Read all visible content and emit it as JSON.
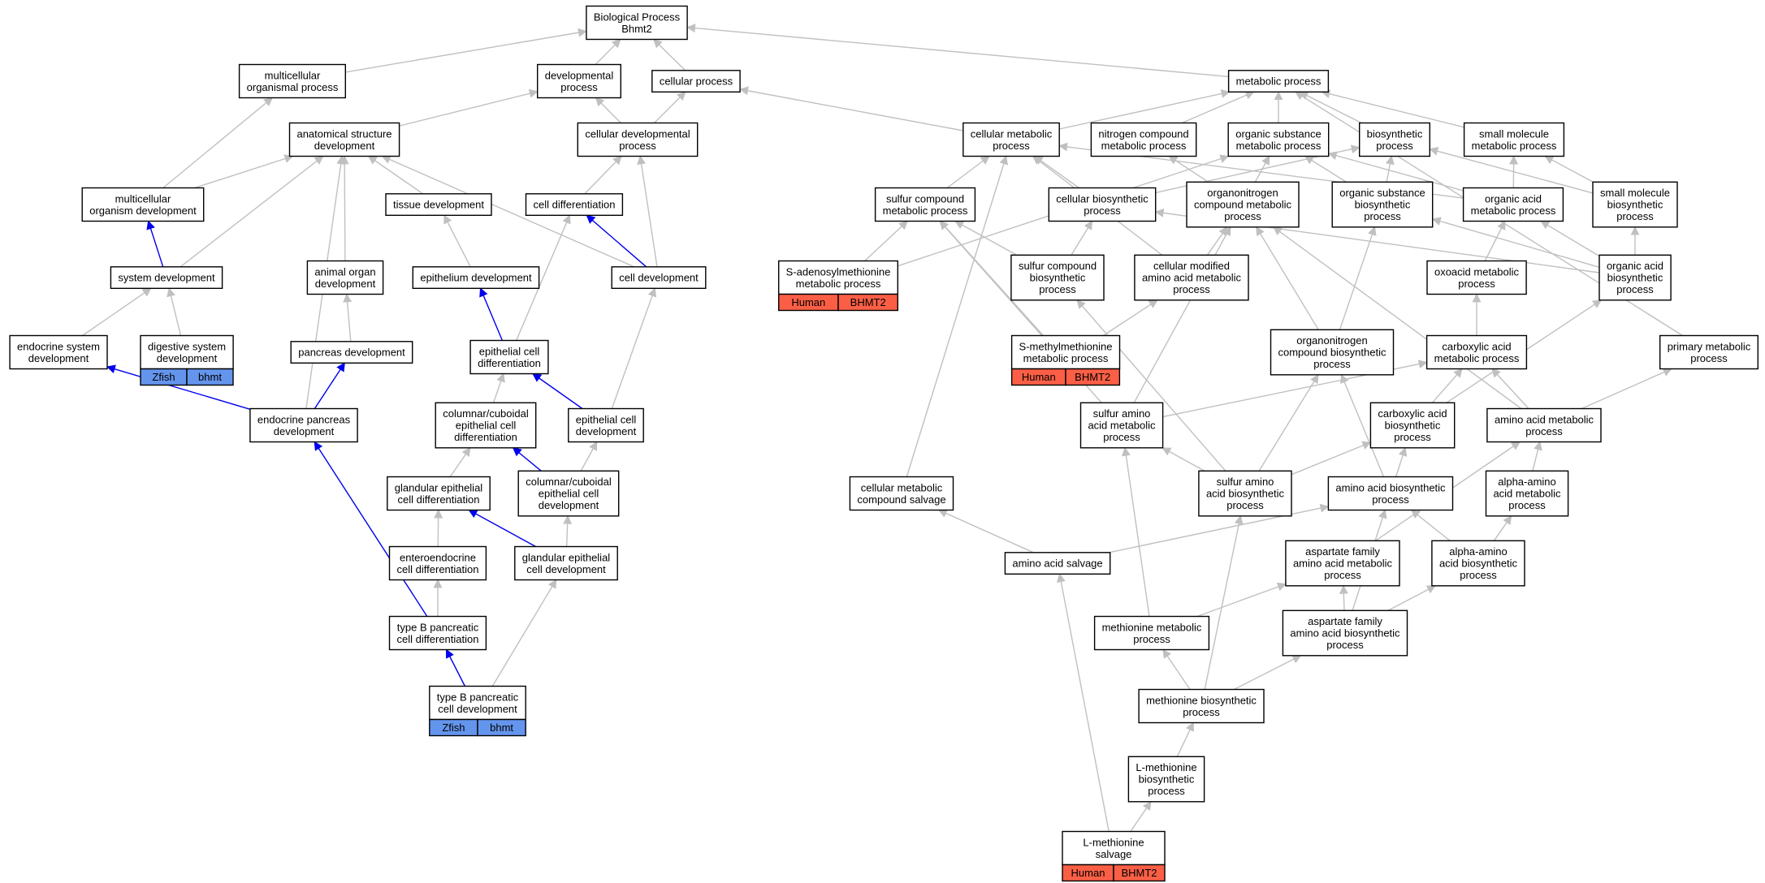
{
  "colors": {
    "edge_gray": "#c0c0c0",
    "edge_blue": "#0000ee",
    "zfish": "#6495ed",
    "human": "#fa5f46"
  },
  "nodes": [
    {
      "id": "bp",
      "lines": [
        "Biological Process",
        "Bhmt2"
      ]
    },
    {
      "id": "mop",
      "lines": [
        "multicellular",
        "organismal process"
      ]
    },
    {
      "id": "dp",
      "lines": [
        "developmental",
        "process"
      ]
    },
    {
      "id": "cp",
      "lines": [
        "cellular process"
      ]
    },
    {
      "id": "mp",
      "lines": [
        "metabolic process"
      ]
    },
    {
      "id": "asd",
      "lines": [
        "anatomical structure",
        "development"
      ]
    },
    {
      "id": "cdp",
      "lines": [
        "cellular developmental",
        "process"
      ]
    },
    {
      "id": "cmp",
      "lines": [
        "cellular metabolic",
        "process"
      ]
    },
    {
      "id": "ncmp",
      "lines": [
        "nitrogen compound",
        "metabolic process"
      ]
    },
    {
      "id": "osmp",
      "lines": [
        "organic substance",
        "metabolic process"
      ]
    },
    {
      "id": "bsp",
      "lines": [
        "biosynthetic",
        "process"
      ]
    },
    {
      "id": "smmp",
      "lines": [
        "small molecule",
        "metabolic process"
      ]
    },
    {
      "id": "mod",
      "lines": [
        "multicellular",
        "organism development"
      ]
    },
    {
      "id": "td",
      "lines": [
        "tissue development"
      ]
    },
    {
      "id": "cd",
      "lines": [
        "cell differentiation"
      ]
    },
    {
      "id": "scmp",
      "lines": [
        "sulfur compound",
        "metabolic process"
      ]
    },
    {
      "id": "cbp",
      "lines": [
        "cellular biosynthetic",
        "process"
      ]
    },
    {
      "id": "oncmp",
      "lines": [
        "organonitrogen",
        "compound metabolic",
        "process"
      ]
    },
    {
      "id": "osbp",
      "lines": [
        "organic substance",
        "biosynthetic",
        "process"
      ]
    },
    {
      "id": "oamp",
      "lines": [
        "organic acid",
        "metabolic process"
      ]
    },
    {
      "id": "smbp",
      "lines": [
        "small molecule",
        "biosynthetic",
        "process"
      ]
    },
    {
      "id": "sysd",
      "lines": [
        "system development"
      ]
    },
    {
      "id": "aod",
      "lines": [
        "animal organ",
        "development"
      ]
    },
    {
      "id": "ed",
      "lines": [
        "epithelium development"
      ]
    },
    {
      "id": "celld",
      "lines": [
        "cell development"
      ]
    },
    {
      "id": "samp",
      "lines": [
        "S-adenosylmethionine",
        "metabolic process"
      ],
      "tag": {
        "species": "Human",
        "gene": "BHMT2",
        "color": "human"
      }
    },
    {
      "id": "scbp",
      "lines": [
        "sulfur compound",
        "biosynthetic",
        "process"
      ]
    },
    {
      "id": "cmamp",
      "lines": [
        "cellular modified",
        "amino acid metabolic",
        "process"
      ]
    },
    {
      "id": "oxamp",
      "lines": [
        "oxoacid metabolic",
        "process"
      ]
    },
    {
      "id": "oabp",
      "lines": [
        "organic acid",
        "biosynthetic",
        "process"
      ]
    },
    {
      "id": "esd",
      "lines": [
        "endocrine system",
        "development"
      ]
    },
    {
      "id": "dsd",
      "lines": [
        "digestive system",
        "development"
      ],
      "tag": {
        "species": "Zfish",
        "gene": "bhmt",
        "color": "zfish"
      }
    },
    {
      "id": "pd",
      "lines": [
        "pancreas development"
      ]
    },
    {
      "id": "ecd",
      "lines": [
        "epithelial cell",
        "differentiation"
      ]
    },
    {
      "id": "smmmp",
      "lines": [
        "S-methylmethionine",
        "metabolic process"
      ],
      "tag": {
        "species": "Human",
        "gene": "BHMT2",
        "color": "human"
      }
    },
    {
      "id": "oncbp",
      "lines": [
        "organonitrogen",
        "compound biosynthetic",
        "process"
      ]
    },
    {
      "id": "caamp",
      "lines": [
        "carboxylic acid",
        "metabolic process"
      ]
    },
    {
      "id": "pmp",
      "lines": [
        "primary metabolic",
        "process"
      ]
    },
    {
      "id": "epd",
      "lines": [
        "endocrine pancreas",
        "development"
      ]
    },
    {
      "id": "cuecd",
      "lines": [
        "columnar/cuboidal",
        "epithelial cell",
        "differentiation"
      ]
    },
    {
      "id": "ecdev",
      "lines": [
        "epithelial cell",
        "development"
      ]
    },
    {
      "id": "saamp",
      "lines": [
        "sulfur amino",
        "acid metabolic",
        "process"
      ]
    },
    {
      "id": "cabp",
      "lines": [
        "carboxylic acid",
        "biosynthetic",
        "process"
      ]
    },
    {
      "id": "aamp",
      "lines": [
        "amino acid metabolic",
        "process"
      ]
    },
    {
      "id": "gecd",
      "lines": [
        "glandular epithelial",
        "cell differentiation"
      ]
    },
    {
      "id": "cuecdev",
      "lines": [
        "columnar/cuboidal",
        "epithelial cell",
        "development"
      ]
    },
    {
      "id": "cmcs",
      "lines": [
        "cellular metabolic",
        "compound salvage"
      ]
    },
    {
      "id": "saabp",
      "lines": [
        "sulfur amino",
        "acid biosynthetic",
        "process"
      ]
    },
    {
      "id": "aabp",
      "lines": [
        "amino acid biosynthetic",
        "process"
      ]
    },
    {
      "id": "alaamp",
      "lines": [
        "alpha-amino",
        "acid metabolic",
        "process"
      ]
    },
    {
      "id": "eecd",
      "lines": [
        "enteroendocrine",
        "cell differentiation"
      ]
    },
    {
      "id": "gecdev",
      "lines": [
        "glandular epithelial",
        "cell development"
      ]
    },
    {
      "id": "aas",
      "lines": [
        "amino acid salvage"
      ]
    },
    {
      "id": "afaamp",
      "lines": [
        "aspartate family",
        "amino acid metabolic",
        "process"
      ]
    },
    {
      "id": "alaabp",
      "lines": [
        "alpha-amino",
        "acid biosynthetic",
        "process"
      ]
    },
    {
      "id": "tbpcd",
      "lines": [
        "type B pancreatic",
        "cell differentiation"
      ]
    },
    {
      "id": "metmp",
      "lines": [
        "methionine metabolic",
        "process"
      ]
    },
    {
      "id": "afaabp",
      "lines": [
        "aspartate family",
        "amino acid biosynthetic",
        "process"
      ]
    },
    {
      "id": "tbpcdev",
      "lines": [
        "type B pancreatic",
        "cell development"
      ],
      "tag": {
        "species": "Zfish",
        "gene": "bhmt",
        "color": "zfish"
      }
    },
    {
      "id": "metbp",
      "lines": [
        "methionine biosynthetic",
        "process"
      ]
    },
    {
      "id": "lmbp",
      "lines": [
        "L-methionine",
        "biosynthetic",
        "process"
      ]
    },
    {
      "id": "lms",
      "lines": [
        "L-methionine",
        "salvage"
      ],
      "tag": {
        "species": "Human",
        "gene": "BHMT2",
        "color": "human"
      }
    }
  ],
  "edges": [
    {
      "from": "mop",
      "to": "bp",
      "color": "gray"
    },
    {
      "from": "dp",
      "to": "bp",
      "color": "gray"
    },
    {
      "from": "cp",
      "to": "bp",
      "color": "gray"
    },
    {
      "from": "mp",
      "to": "bp",
      "color": "gray"
    },
    {
      "from": "asd",
      "to": "dp",
      "color": "gray"
    },
    {
      "from": "cdp",
      "to": "dp",
      "color": "gray"
    },
    {
      "from": "cdp",
      "to": "cp",
      "color": "gray"
    },
    {
      "from": "cmp",
      "to": "cp",
      "color": "gray"
    },
    {
      "from": "cmp",
      "to": "mp",
      "color": "gray"
    },
    {
      "from": "ncmp",
      "to": "mp",
      "color": "gray"
    },
    {
      "from": "osmp",
      "to": "mp",
      "color": "gray"
    },
    {
      "from": "bsp",
      "to": "mp",
      "color": "gray"
    },
    {
      "from": "smmp",
      "to": "mp",
      "color": "gray"
    },
    {
      "from": "pmp",
      "to": "mp",
      "color": "gray"
    },
    {
      "from": "mod",
      "to": "mop",
      "color": "gray"
    },
    {
      "from": "mod",
      "to": "asd",
      "color": "gray"
    },
    {
      "from": "td",
      "to": "asd",
      "color": "gray"
    },
    {
      "from": "cd",
      "to": "cdp",
      "color": "gray"
    },
    {
      "from": "sysd",
      "to": "asd",
      "color": "gray"
    },
    {
      "from": "sysd",
      "to": "mod",
      "color": "blue"
    },
    {
      "from": "aod",
      "to": "asd",
      "color": "gray"
    },
    {
      "from": "celld",
      "to": "cdp",
      "color": "gray"
    },
    {
      "from": "celld",
      "to": "asd",
      "color": "gray"
    },
    {
      "from": "celld",
      "to": "cd",
      "color": "blue"
    },
    {
      "from": "ed",
      "to": "td",
      "color": "gray"
    },
    {
      "from": "esd",
      "to": "sysd",
      "color": "gray"
    },
    {
      "from": "dsd",
      "to": "sysd",
      "color": "gray"
    },
    {
      "from": "pd",
      "to": "aod",
      "color": "gray"
    },
    {
      "from": "ecd",
      "to": "ed",
      "color": "blue"
    },
    {
      "from": "ecd",
      "to": "cd",
      "color": "gray"
    },
    {
      "from": "epd",
      "to": "esd",
      "color": "blue"
    },
    {
      "from": "epd",
      "to": "pd",
      "color": "blue"
    },
    {
      "from": "epd",
      "to": "asd",
      "color": "gray"
    },
    {
      "from": "cuecd",
      "to": "ecd",
      "color": "gray"
    },
    {
      "from": "ecdev",
      "to": "ecd",
      "color": "blue"
    },
    {
      "from": "ecdev",
      "to": "celld",
      "color": "gray"
    },
    {
      "from": "gecd",
      "to": "cuecd",
      "color": "gray"
    },
    {
      "from": "cuecdev",
      "to": "cuecd",
      "color": "blue"
    },
    {
      "from": "cuecdev",
      "to": "ecdev",
      "color": "gray"
    },
    {
      "from": "eecd",
      "to": "gecd",
      "color": "gray"
    },
    {
      "from": "gecdev",
      "to": "gecd",
      "color": "blue"
    },
    {
      "from": "gecdev",
      "to": "cuecdev",
      "color": "gray"
    },
    {
      "from": "tbpcd",
      "to": "eecd",
      "color": "gray"
    },
    {
      "from": "tbpcd",
      "to": "epd",
      "color": "blue"
    },
    {
      "from": "tbpcdev",
      "to": "tbpcd",
      "color": "blue"
    },
    {
      "from": "tbpcdev",
      "to": "gecdev",
      "color": "gray"
    },
    {
      "from": "scmp",
      "to": "cmp",
      "color": "gray"
    },
    {
      "from": "cbp",
      "to": "cmp",
      "color": "gray"
    },
    {
      "from": "cbp",
      "to": "bsp",
      "color": "gray"
    },
    {
      "from": "oncmp",
      "to": "ncmp",
      "color": "gray"
    },
    {
      "from": "oncmp",
      "to": "osmp",
      "color": "gray"
    },
    {
      "from": "osbp",
      "to": "osmp",
      "color": "gray"
    },
    {
      "from": "osbp",
      "to": "bsp",
      "color": "gray"
    },
    {
      "from": "oamp",
      "to": "smmp",
      "color": "gray"
    },
    {
      "from": "oamp",
      "to": "osmp",
      "color": "gray"
    },
    {
      "from": "oamp",
      "to": "cmp",
      "color": "gray"
    },
    {
      "from": "smbp",
      "to": "smmp",
      "color": "gray"
    },
    {
      "from": "smbp",
      "to": "bsp",
      "color": "gray"
    },
    {
      "from": "samp",
      "to": "scmp",
      "color": "gray"
    },
    {
      "from": "samp",
      "to": "osmp",
      "color": "gray"
    },
    {
      "from": "scbp",
      "to": "scmp",
      "color": "gray"
    },
    {
      "from": "scbp",
      "to": "cbp",
      "color": "gray"
    },
    {
      "from": "cmamp",
      "to": "oncmp",
      "color": "gray"
    },
    {
      "from": "cmamp",
      "to": "cmp",
      "color": "gray"
    },
    {
      "from": "oxamp",
      "to": "oamp",
      "color": "gray"
    },
    {
      "from": "oabp",
      "to": "oamp",
      "color": "gray"
    },
    {
      "from": "oabp",
      "to": "smbp",
      "color": "gray"
    },
    {
      "from": "oabp",
      "to": "cbp",
      "color": "gray"
    },
    {
      "from": "oabp",
      "to": "osbp",
      "color": "gray"
    },
    {
      "from": "smmmp",
      "to": "scmp",
      "color": "gray"
    },
    {
      "from": "smmmp",
      "to": "cmamp",
      "color": "gray"
    },
    {
      "from": "oncbp",
      "to": "oncmp",
      "color": "gray"
    },
    {
      "from": "oncbp",
      "to": "osbp",
      "color": "gray"
    },
    {
      "from": "caamp",
      "to": "oxamp",
      "color": "gray"
    },
    {
      "from": "saamp",
      "to": "scmp",
      "color": "gray"
    },
    {
      "from": "saamp",
      "to": "oncmp",
      "color": "gray"
    },
    {
      "from": "saamp",
      "to": "caamp",
      "color": "gray"
    },
    {
      "from": "cabp",
      "to": "caamp",
      "color": "gray"
    },
    {
      "from": "cabp",
      "to": "oabp",
      "color": "gray"
    },
    {
      "from": "aamp",
      "to": "caamp",
      "color": "gray"
    },
    {
      "from": "aamp",
      "to": "pmp",
      "color": "gray"
    },
    {
      "from": "aamp",
      "to": "oncmp",
      "color": "gray"
    },
    {
      "from": "cmcs",
      "to": "cmp",
      "color": "gray"
    },
    {
      "from": "saabp",
      "to": "saamp",
      "color": "gray"
    },
    {
      "from": "saabp",
      "to": "scbp",
      "color": "gray"
    },
    {
      "from": "saabp",
      "to": "cabp",
      "color": "gray"
    },
    {
      "from": "saabp",
      "to": "oncbp",
      "color": "gray"
    },
    {
      "from": "aabp",
      "to": "cabp",
      "color": "gray"
    },
    {
      "from": "aabp",
      "to": "oncbp",
      "color": "gray"
    },
    {
      "from": "alaamp",
      "to": "aamp",
      "color": "gray"
    },
    {
      "from": "aas",
      "to": "cmcs",
      "color": "gray"
    },
    {
      "from": "aas",
      "to": "aabp",
      "color": "gray"
    },
    {
      "from": "afaamp",
      "to": "aamp",
      "color": "gray"
    },
    {
      "from": "alaabp",
      "to": "alaamp",
      "color": "gray"
    },
    {
      "from": "alaabp",
      "to": "aabp",
      "color": "gray"
    },
    {
      "from": "metmp",
      "to": "saamp",
      "color": "gray"
    },
    {
      "from": "metmp",
      "to": "afaamp",
      "color": "gray"
    },
    {
      "from": "afaabp",
      "to": "afaamp",
      "color": "gray"
    },
    {
      "from": "afaabp",
      "to": "alaabp",
      "color": "gray"
    },
    {
      "from": "afaabp",
      "to": "aabp",
      "color": "gray"
    },
    {
      "from": "metbp",
      "to": "metmp",
      "color": "gray"
    },
    {
      "from": "metbp",
      "to": "saabp",
      "color": "gray"
    },
    {
      "from": "metbp",
      "to": "afaabp",
      "color": "gray"
    },
    {
      "from": "lmbp",
      "to": "metbp",
      "color": "gray"
    },
    {
      "from": "lms",
      "to": "lmbp",
      "color": "gray"
    },
    {
      "from": "lms",
      "to": "aas",
      "color": "gray"
    }
  ]
}
